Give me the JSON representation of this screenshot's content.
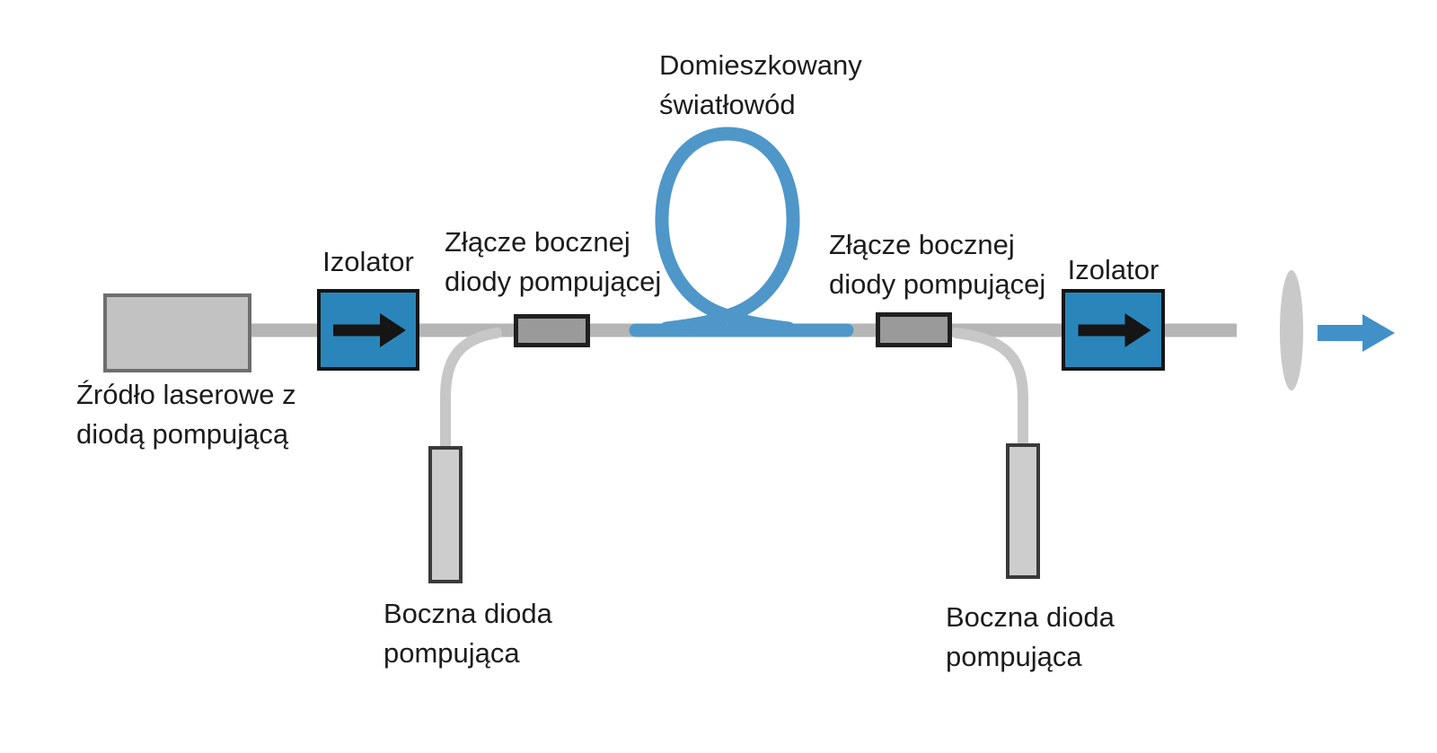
{
  "diagram": {
    "title": "Fiber amplifier schematic (Polish labels)",
    "labels": {
      "doped_fiber": "Domieszkowany\nświatłowód",
      "isolator": "Izolator",
      "pump_splice": "Złącze bocznej\ndiody pompującej",
      "laser_source": "Źródło laserowe z\ndiodą pompującą",
      "pump_diode": "Boczna dioda\npompująca"
    },
    "colors": {
      "background": "#ffffff",
      "isolator_fill": "#2a86ba",
      "fiber_blue": "#4f97c9",
      "output_arrow_blue": "#4190c8",
      "line_gray": "#b5b5b5",
      "branch_gray": "#c7c7c7",
      "box_gray": "#c2c2c2",
      "box_border": "#6e6e6e",
      "connector_gray": "#9a9a9a",
      "connector_border": "#202020",
      "pump_gray": "#cdcdcd",
      "pump_border": "#3a3a3a",
      "lens_gray": "#c9c9c9",
      "arrow_black": "#151515",
      "text": "#1c1c1c"
    }
  }
}
